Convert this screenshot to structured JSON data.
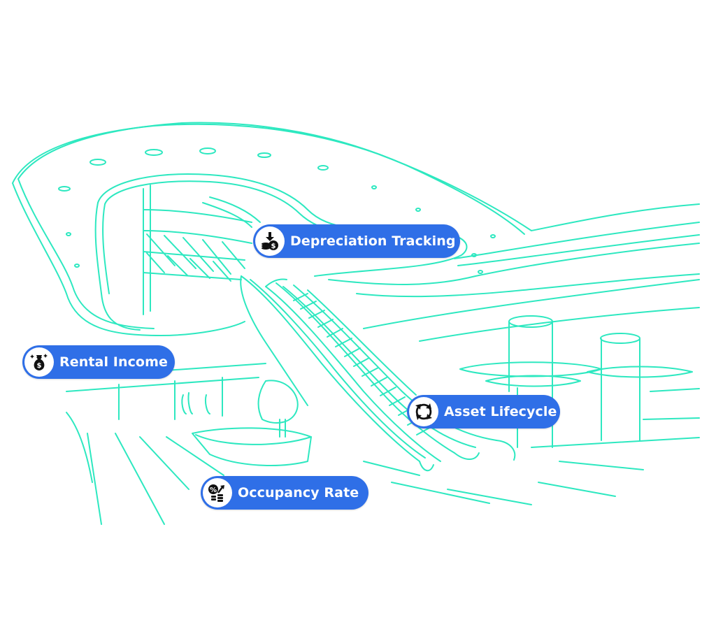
{
  "colors": {
    "line_art": "#2de8c0",
    "pill_background": "#2f6fe7",
    "pill_text": "#ffffff",
    "icon_badge": "#ffffff",
    "icon_glyph": "#111111"
  },
  "labels": [
    {
      "id": "depreciation",
      "text": "Depreciation Tracking",
      "icon": "coins-down-arrow-icon"
    },
    {
      "id": "rental",
      "text": "Rental Income",
      "icon": "money-bag-icon"
    },
    {
      "id": "lifecycle",
      "text": "Asset Lifecycle",
      "icon": "cycle-arrows-icon"
    },
    {
      "id": "occupancy",
      "text": "Occupancy Rate",
      "icon": "percent-growth-icon"
    }
  ]
}
